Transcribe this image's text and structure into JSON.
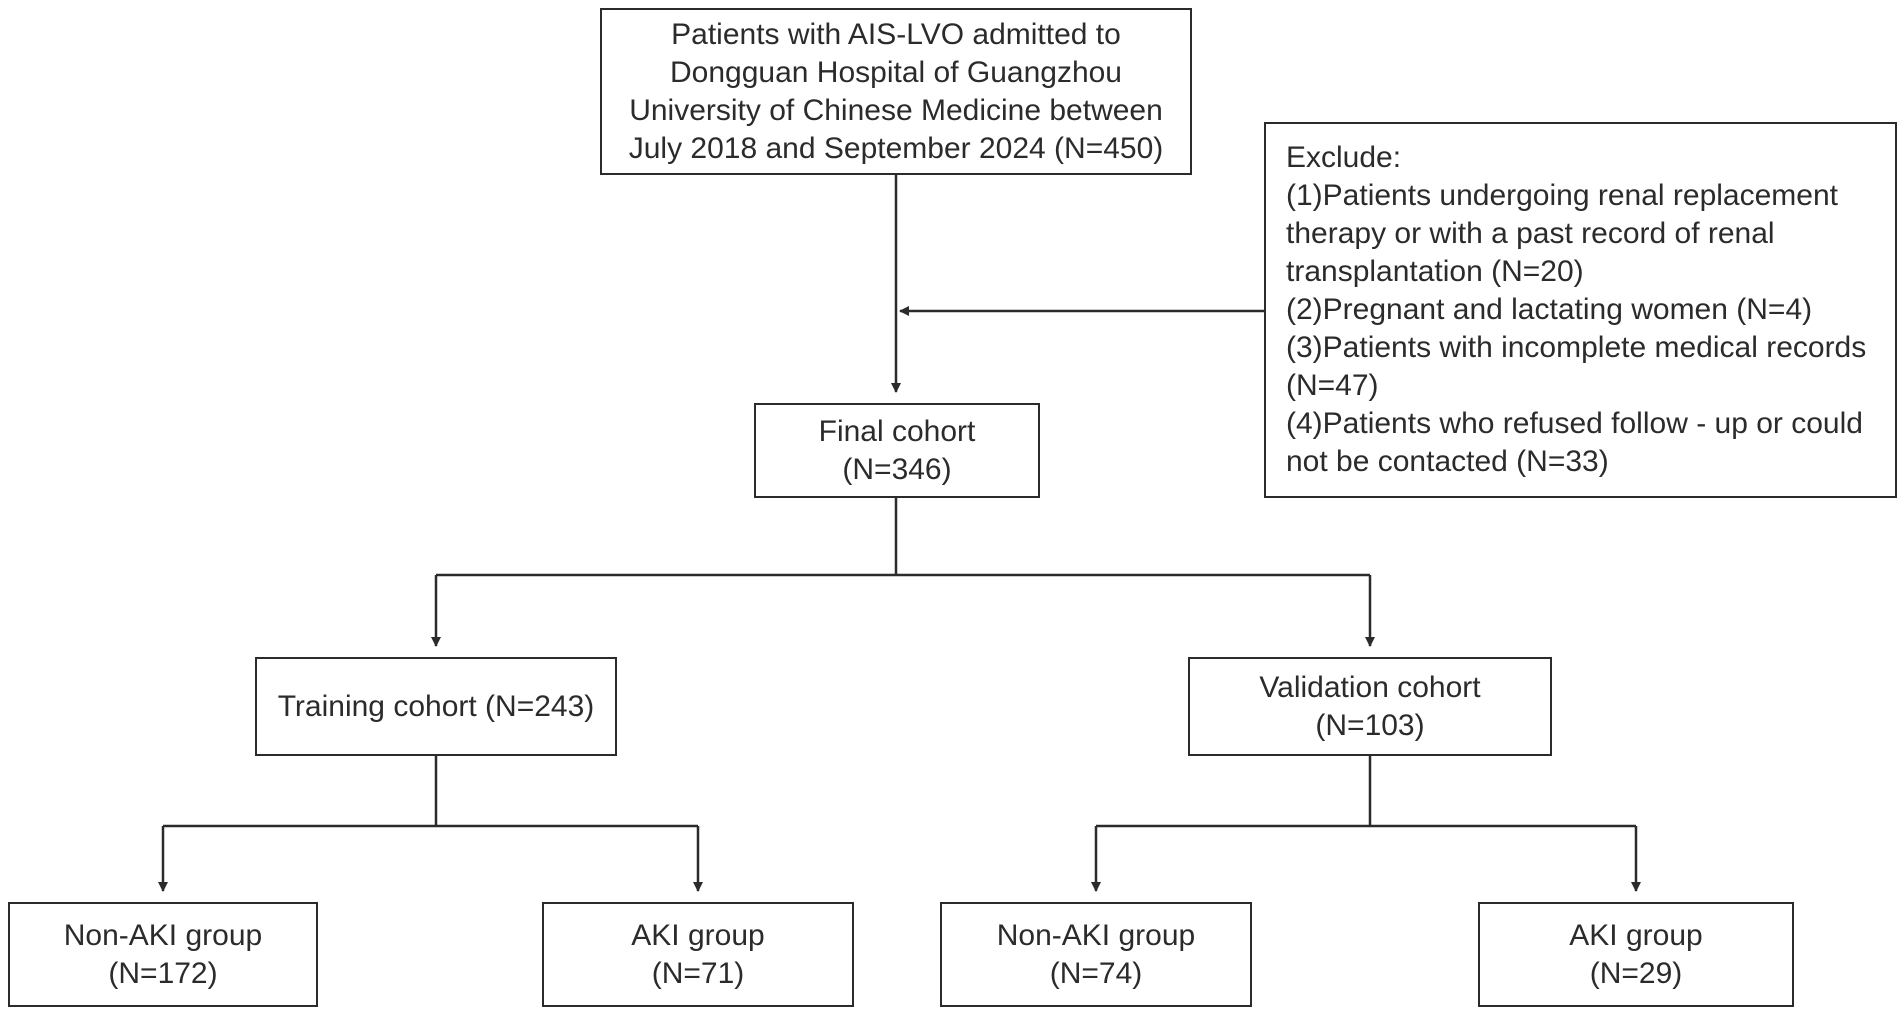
{
  "boxes": {
    "source": {
      "lines": [
        "Patients with AIS-LVO admitted to",
        "Dongguan Hospital of Guangzhou",
        "University of Chinese Medicine between",
        "July 2018 and September 2024 (N=450)"
      ]
    },
    "exclude": {
      "lines": [
        "Exclude:",
        "(1)Patients undergoing renal replacement",
        "therapy or with a past record of renal",
        "transplantation (N=20)",
        "(2)Pregnant and lactating women (N=4)",
        "(3)Patients with incomplete medical records",
        "(N=47)",
        "(4)Patients who refused follow - up or could",
        "not be contacted (N=33)"
      ]
    },
    "final": {
      "lines": [
        "Final cohort",
        "(N=346)"
      ]
    },
    "training": {
      "lines": [
        "Training cohort (N=243)"
      ]
    },
    "validation": {
      "lines": [
        "Validation cohort",
        "(N=103)"
      ]
    },
    "train_non_aki": {
      "lines": [
        "Non-AKI group",
        "(N=172)"
      ]
    },
    "train_aki": {
      "lines": [
        "AKI group",
        "(N=71)"
      ]
    },
    "valid_non_aki": {
      "lines": [
        "Non-AKI group",
        "(N=74)"
      ]
    },
    "valid_aki": {
      "lines": [
        "AKI group",
        "(N=29)"
      ]
    }
  },
  "colors": {
    "line": "#2b2b2b",
    "box_border": "#2b2b2b",
    "background": "#ffffff"
  }
}
